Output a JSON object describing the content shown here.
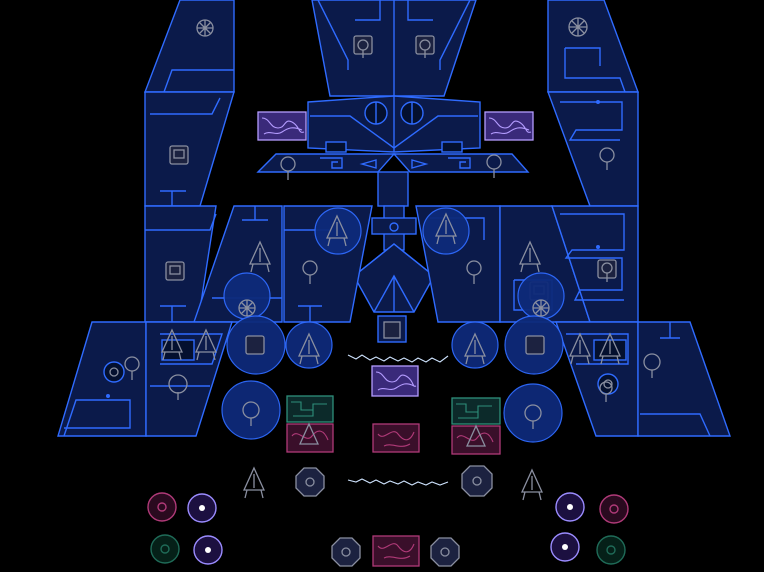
{
  "scene": {
    "background": "#000000",
    "accent_blue": "#2f6bff",
    "hull_fill": "#0b1a4a",
    "module_colors": {
      "purple": "#b49cff",
      "green": "#2e8f7a",
      "pink": "#b03a78",
      "gray": "#8a8fa0"
    }
  },
  "parts": {
    "crew_pods": [
      "tree-marker-icon",
      "tree-marker-icon",
      "tree-marker-icon",
      "tree-marker-icon",
      "tree-marker-icon",
      "tree-marker-icon",
      "tree-marker-icon",
      "tree-marker-icon",
      "tree-marker-icon",
      "tree-marker-icon",
      "tree-marker-icon",
      "tree-marker-icon"
    ],
    "bubbles": 14,
    "octagon_nodes": 4,
    "ring_nodes": 8
  }
}
